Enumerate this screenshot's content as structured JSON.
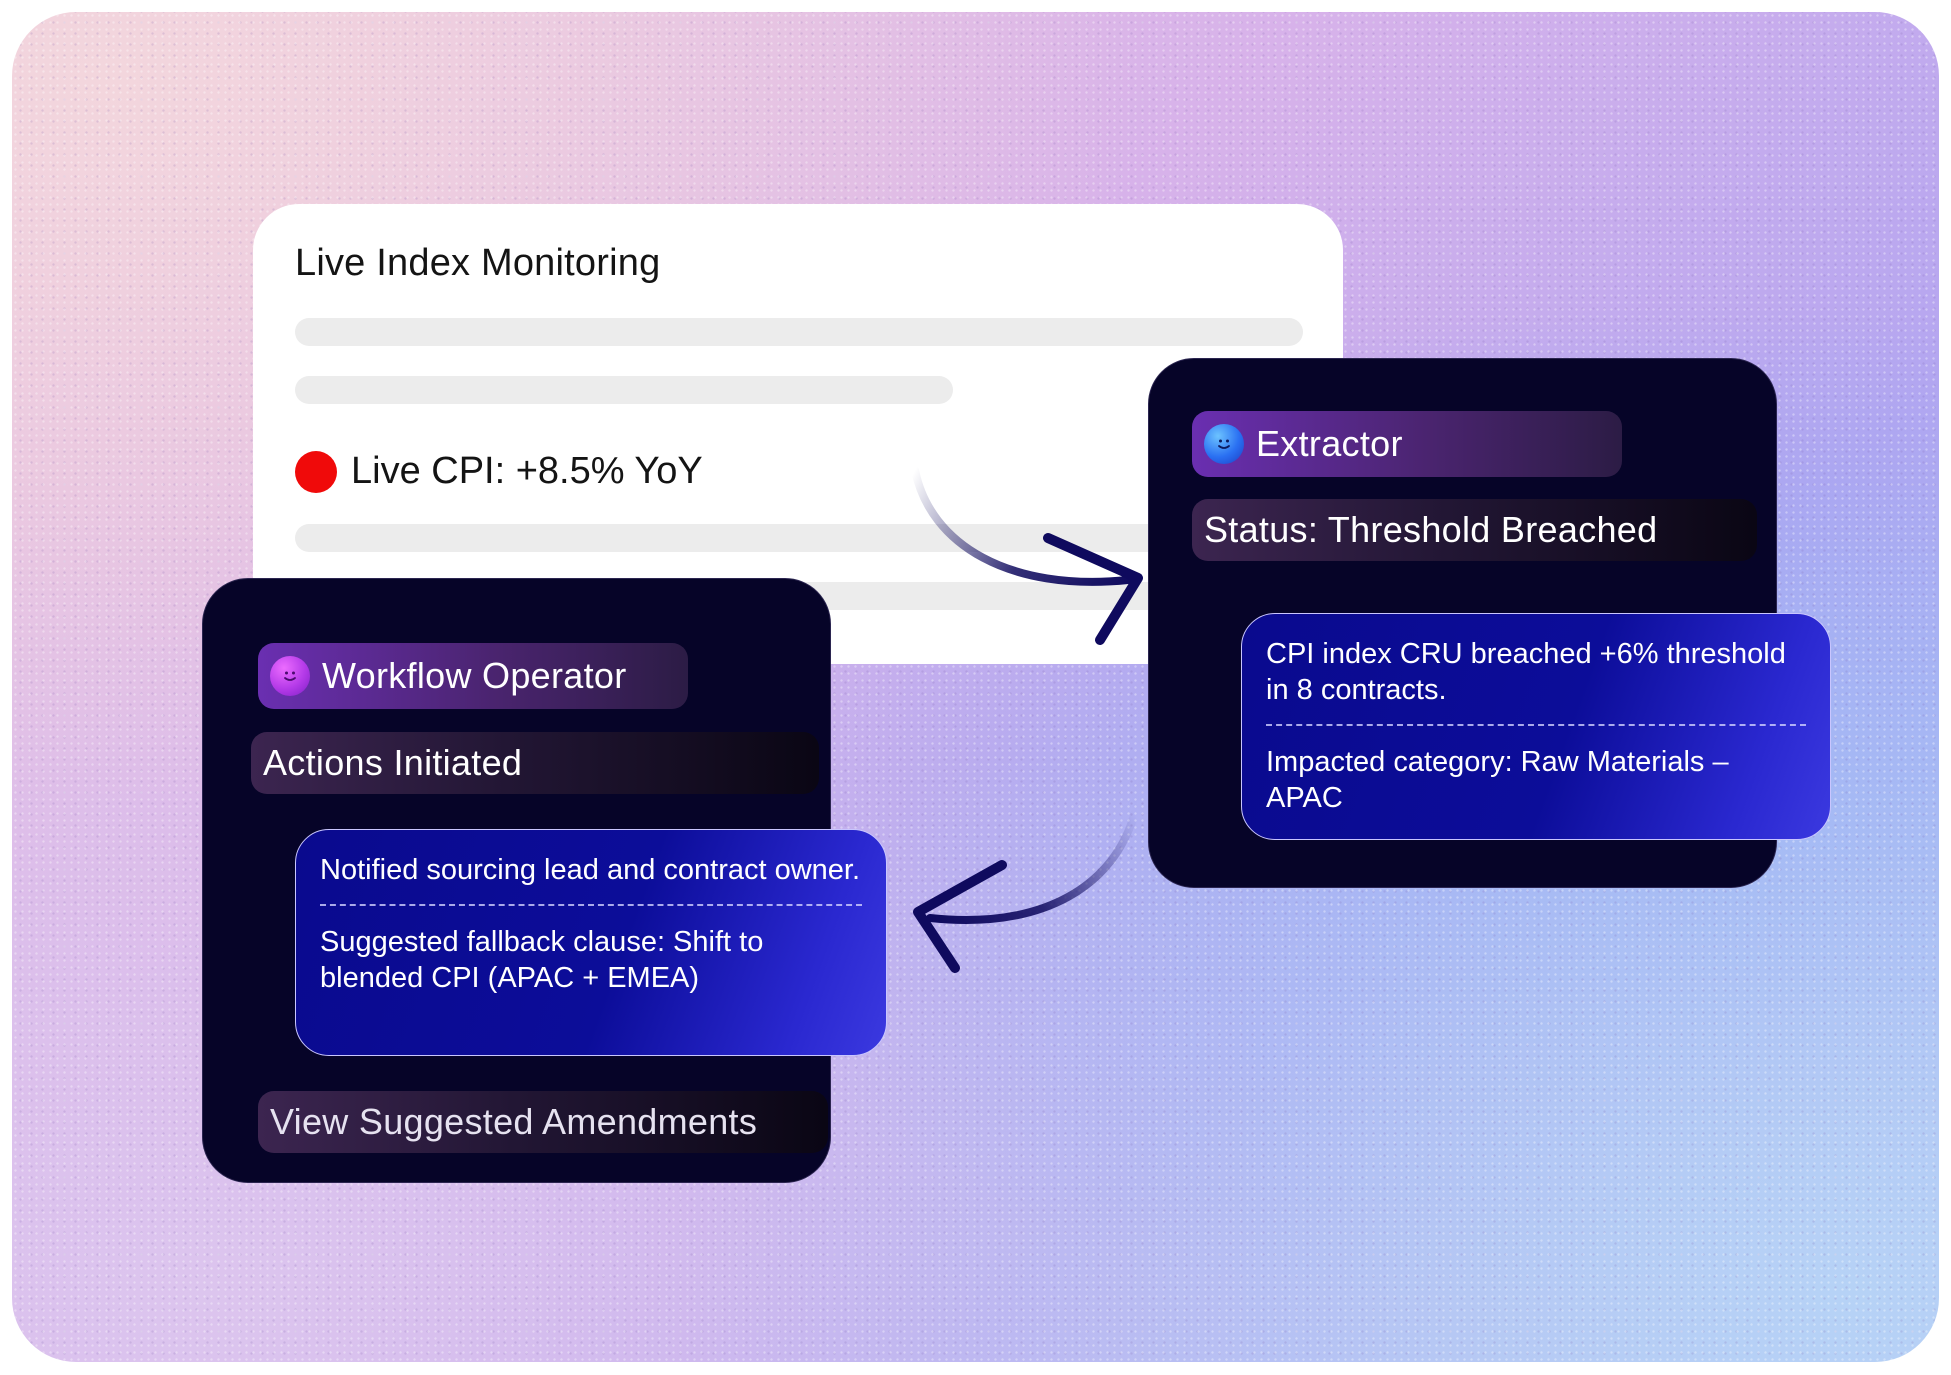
{
  "monitor": {
    "title": "Live Index Monitoring",
    "cpi_label": "Live CPI: +8.5% YoY",
    "status_color": "#f00a0a"
  },
  "extractor": {
    "avatar_icon": "smiley-face-icon",
    "name": "Extractor",
    "status": "Status: Threshold Breached",
    "messages": [
      "CPI index CRU breached +6% threshold in 8 contracts.",
      "Impacted category: Raw Materials – APAC"
    ]
  },
  "operator": {
    "avatar_icon": "smiley-face-icon",
    "name": "Workflow Operator",
    "status": "Actions Initiated",
    "messages": [
      "Notified sourcing lead and contract owner.",
      "Suggested fallback clause: Shift to blended CPI (APAC + EMEA)"
    ],
    "action_label": "View Suggested Amendments"
  },
  "colors": {
    "panel_bg": "#060428",
    "message_bg": "#0c0d99",
    "arrow": "#0f0a5e"
  }
}
